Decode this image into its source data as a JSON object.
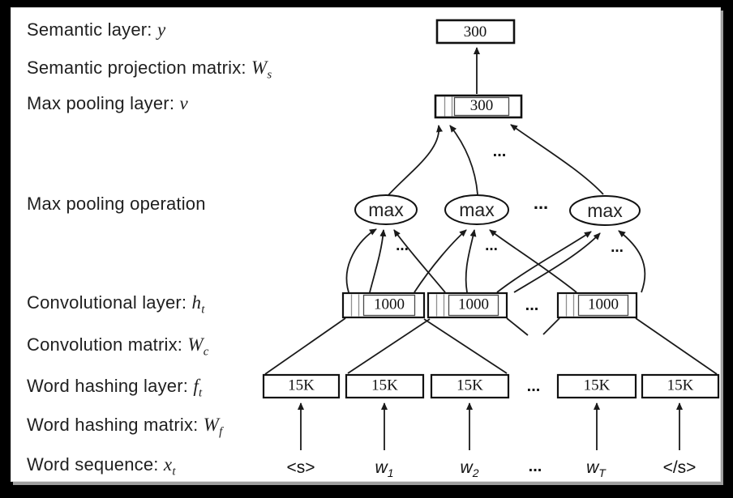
{
  "labels": [
    {
      "text": "Semantic layer: ",
      "sym": "y",
      "sub": ""
    },
    {
      "text": "Semantic projection matrix: ",
      "sym": "W",
      "sub": "s"
    },
    {
      "text": "Max pooling layer: ",
      "sym": "v",
      "sub": ""
    },
    {
      "text": "Max pooling operation",
      "sym": "",
      "sub": ""
    },
    {
      "text": "Convolutional layer: ",
      "sym": "h",
      "sub": "t"
    },
    {
      "text": "Convolution matrix: ",
      "sym": "W",
      "sub": "c"
    },
    {
      "text": "Word hashing layer: ",
      "sym": "f",
      "sub": "t"
    },
    {
      "text": "Word hashing matrix: ",
      "sym": "W",
      "sub": "f"
    },
    {
      "text": "Word sequence: ",
      "sym": "x",
      "sub": "t"
    }
  ],
  "diagram": {
    "semantic_box": "300",
    "pool_box": "300",
    "conv_boxes": [
      "1000",
      "1000",
      "1000"
    ],
    "hash_boxes": [
      "15K",
      "15K",
      "15K",
      "15K",
      "15K"
    ],
    "max_nodes": [
      "max",
      "max",
      "max"
    ],
    "ellipsis": "...",
    "tokens": [
      {
        "text": "<s>",
        "sub": ""
      },
      {
        "text": "w",
        "sub": "1"
      },
      {
        "text": "w",
        "sub": "2"
      },
      {
        "text": "...",
        "sub": ""
      },
      {
        "text": "w",
        "sub": "T"
      },
      {
        "text": "</s>",
        "sub": ""
      }
    ]
  },
  "colors": {
    "ink": "#1a1a1a",
    "segment_gray": "#8f8f8f",
    "slide_bg": "#ffffff",
    "frame_bg": "#000000"
  }
}
